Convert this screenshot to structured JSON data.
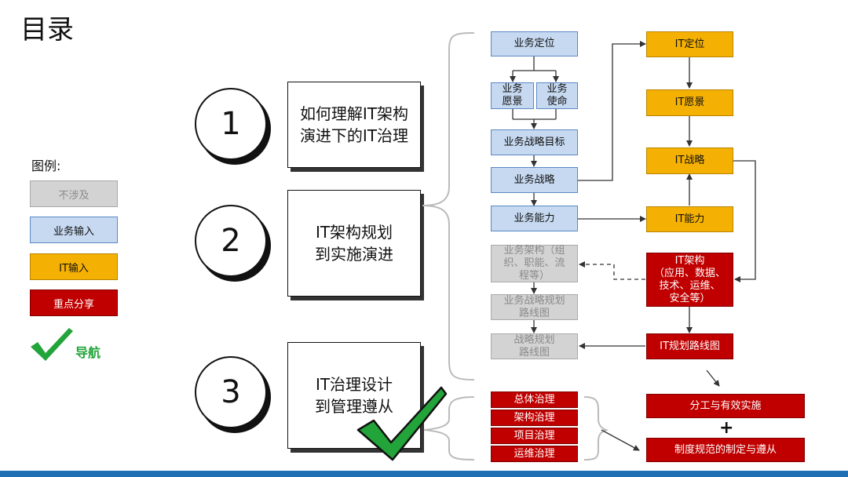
{
  "title": "目录",
  "legend": {
    "title": "图例:",
    "items": [
      {
        "label": "不涉及"
      },
      {
        "label": "业务输入"
      },
      {
        "label": "IT输入"
      },
      {
        "label": "重点分享"
      }
    ],
    "nav_label": "导航"
  },
  "sections": [
    {
      "number": "1",
      "label": "如何理解IT架构\n演进下的IT治理"
    },
    {
      "number": "2",
      "label": "IT架构规划\n到实施演进"
    },
    {
      "number": "3",
      "label": "IT治理设计\n到管理遵从"
    }
  ],
  "business": {
    "positioning": "业务定位",
    "vision": "业务\n愿景",
    "mission": "业务\n使命",
    "strategic_goals": "业务战略目标",
    "strategy": "业务战略",
    "capability": "业务能力",
    "architecture": "业务架构（组\n织、职能、流\n程等）",
    "strategy_roadmap": "业务战略规划\n路线图",
    "strategy_planning_roadmap": "战略规划\n路线图"
  },
  "it": {
    "positioning": "IT定位",
    "vision": "IT愿景",
    "strategy": "IT战略",
    "capability": "IT能力",
    "architecture": "IT架构\n（应用、数据、\n技术、运维、\n安全等）",
    "roadmap": "IT规划路线图"
  },
  "governance": {
    "items": [
      "总体治理",
      "架构治理",
      "项目治理",
      "运维治理"
    ],
    "division": "分工与有效实施",
    "plus": "+",
    "policy": "制度规范的制定与遵从"
  },
  "colors": {
    "business": "#c6d9f1",
    "it_input": "#f5b103",
    "not_involved": "#d3d3d3",
    "key_share": "#c00000",
    "check": "#22a43a",
    "footer": "#1f6fb5"
  }
}
